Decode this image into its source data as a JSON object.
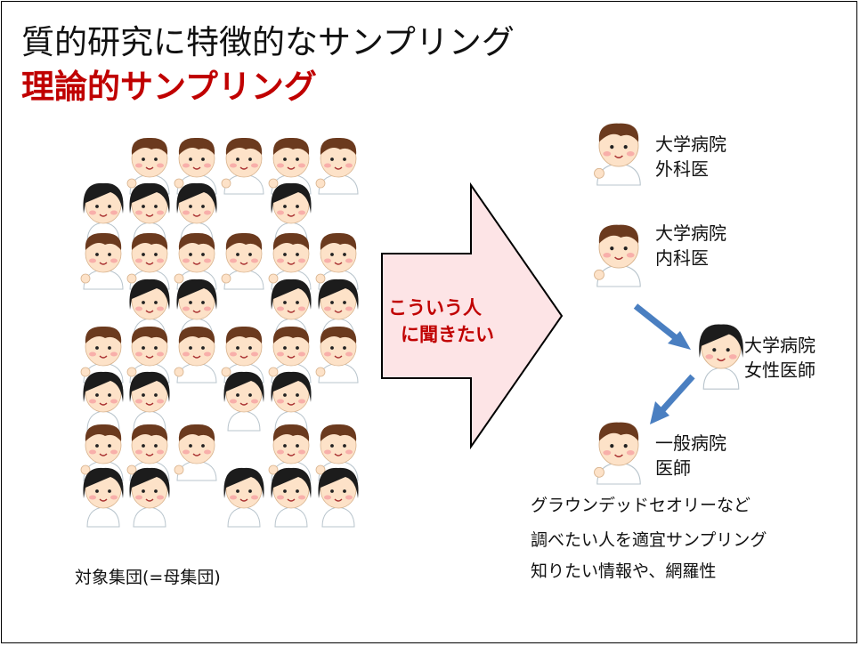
{
  "title": {
    "main": "質的研究に特徴的なサンプリング",
    "sub": "理論的サンプリング",
    "sub_color": "#c00000"
  },
  "population_label": "対象集団(=母集団)",
  "arrow": {
    "line1": "こういう人",
    "line2": "に聞きたい",
    "fill": "#fde4e6",
    "text_color": "#c00000"
  },
  "samples": [
    {
      "line1": "大学病院",
      "line2": "外科医",
      "icon": "male-doctor-icon"
    },
    {
      "line1": "大学病院",
      "line2": "内科医",
      "icon": "male-doctor-icon"
    },
    {
      "line1": "大学病院",
      "line2": "女性医師",
      "icon": "female-nurse-icon"
    },
    {
      "line1": "一般病院",
      "line2": "医師",
      "icon": "male-doctor-icon"
    }
  ],
  "connector_color": "#4a7fc1",
  "notes": [
    "グラウンデッドセオリーなど",
    "調べたい人を適宜サンプリング",
    "知りたい情報や、網羅性"
  ]
}
